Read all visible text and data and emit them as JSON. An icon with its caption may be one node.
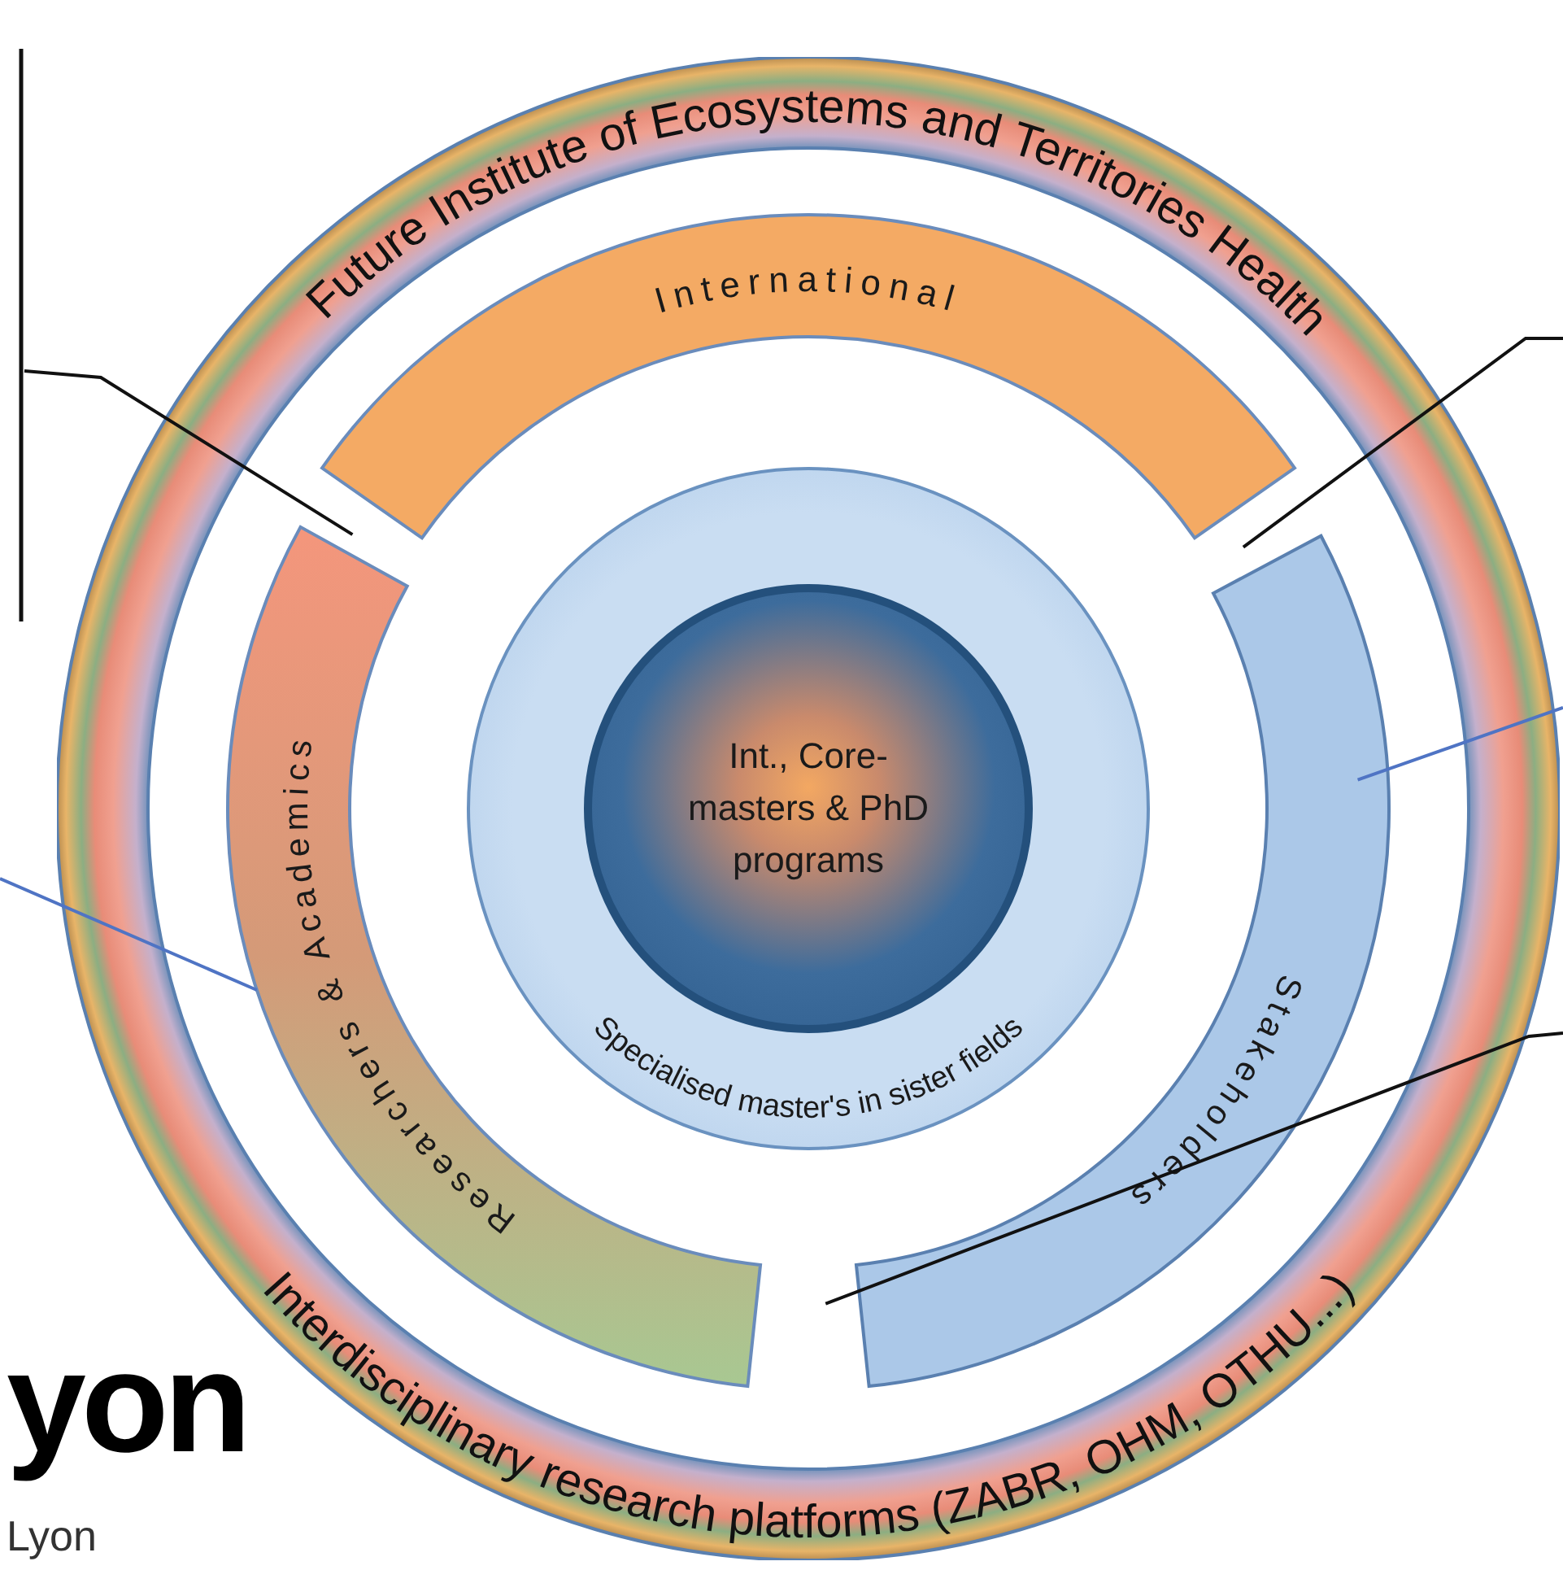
{
  "diagram": {
    "nodes": [
      {
        "text": [
          "Future Institute of Ecosystems and Territories Health",
          "Interdisciplinary research platforms (ZABR, OHM, OTHU...)"
        ]
      },
      {
        "text": [
          "International"
        ],
        "in": 0
      },
      {
        "text": [
          "Researchers & Academics"
        ],
        "in": 0
      },
      {
        "text": [
          "Stakeholders"
        ],
        "in": 0
      },
      {
        "text": [
          "Specialised master's in sister fields"
        ],
        "in": 0
      },
      {
        "text": [
          "Int., Core-masters & PhD programs"
        ],
        "in": 4
      }
    ],
    "edges": [
      {
        "from": null,
        "to": 2,
        "arrow": "none"
      },
      {
        "from": null,
        "to": 3,
        "arrow": "none"
      },
      {
        "from": null,
        "to": 3,
        "arrow": "none",
        "color": "#4f74c4"
      },
      {
        "from": null,
        "to": 2,
        "arrow": "none",
        "color": "#4f74c4"
      },
      {
        "from": null,
        "to": 3,
        "arrow": "none"
      }
    ],
    "labels": [
      "yon",
      "Lyon"
    ]
  }
}
